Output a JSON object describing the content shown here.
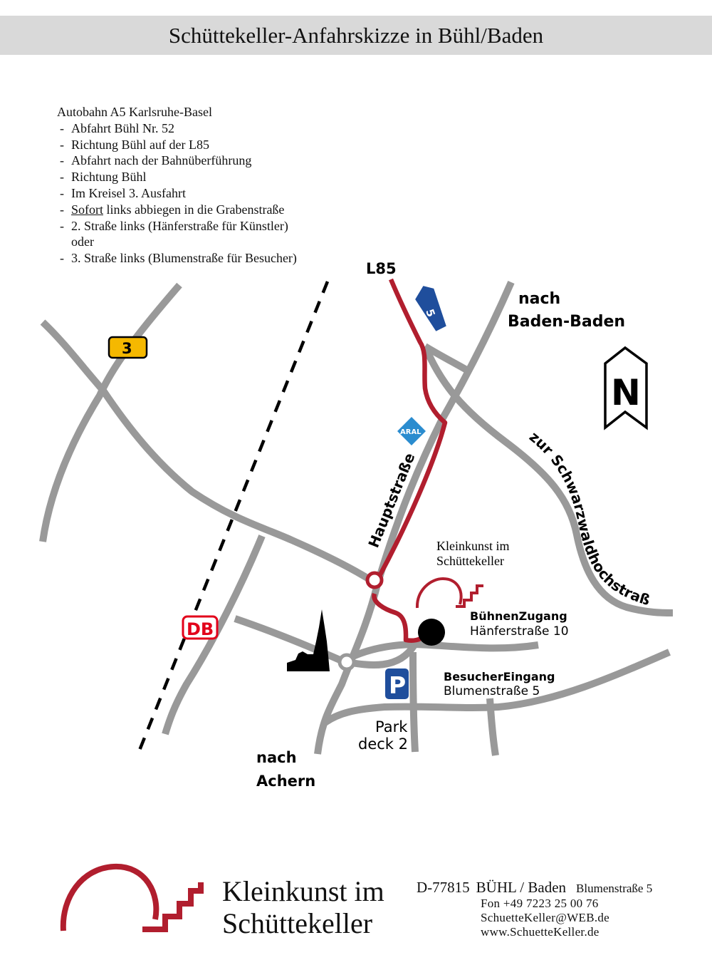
{
  "header": {
    "title": "Schüttekeller-Anfahrskizze in Bühl/Baden"
  },
  "directions": {
    "intro": "Autobahn A5  Karlsruhe-Basel",
    "steps": [
      "Abfahrt Bühl  Nr. 52",
      "Richtung Bühl auf der L85",
      "Abfahrt nach der Bahnüberführung",
      "Richtung Bühl",
      "Im Kreisel 3. Ausfahrt"
    ],
    "step_sofort_underlined": "Sofort",
    "step_sofort_rest": " links abbiegen in die Grabenstraße",
    "step_second": "2. Straße links (Hänferstraße für Künstler)",
    "or": "oder",
    "step_third": "3. Straße links (Blumenstraße für Besucher)"
  },
  "map": {
    "road_l85": "L85",
    "to_baden_line1": "nach",
    "to_baden_line2": "Baden-Baden",
    "north": "N",
    "b3_sign": "3",
    "a5_sign": "5",
    "aral": "ARAL",
    "hauptstrasse": "Hauptstraße",
    "schwarzwald": "zur Schwarzwaldhochstraße",
    "venue_line1": "Kleinkunst im",
    "venue_line2": "Schüttekeller",
    "stage_title": "BühnenZugang",
    "stage_address": "Hänferstraße 10",
    "db_sign": "DB",
    "parking_sign": "P",
    "visitor_title": "BesucherEingang",
    "visitor_address": "Blumenstraße 5",
    "park_line1": "Park",
    "park_line2": "deck 2",
    "to_achern_line1": "nach",
    "to_achern_line2": "Achern",
    "colors": {
      "road": "#999999",
      "route": "#b11e2e",
      "db": "#e2001a",
      "parking": "#1f4e9c",
      "aral": "#2a8ccf",
      "b3": "#f5b800"
    }
  },
  "footer": {
    "logo_line1": "Kleinkunst im",
    "logo_line2": "Schüttekeller",
    "postcode": "D-77815",
    "city": "BÜHL / Baden",
    "street": "Blumenstraße 5",
    "phone": "Fon  +49  7223  25  00  76",
    "email": "SchuetteKeller@WEB.de",
    "web": "www.SchuetteKeller.de"
  }
}
